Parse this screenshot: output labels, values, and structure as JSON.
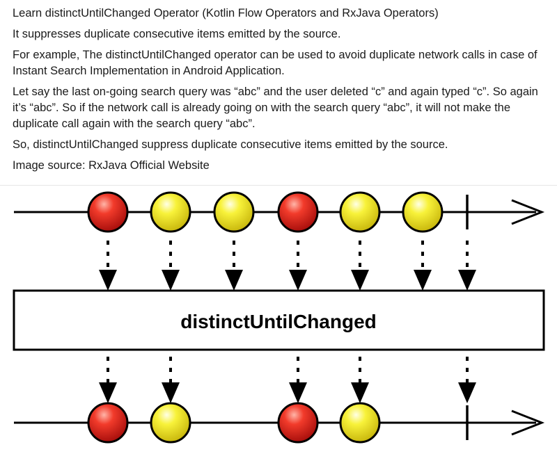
{
  "article": {
    "title": "Learn distinctUntilChanged Operator (Kotlin Flow Operators and RxJava Operators)",
    "intro": "It suppresses duplicate consecutive items emitted by the source.",
    "example": "For example, The distinctUntilChanged operator can be used to avoid duplicate network calls in case of Instant Search Implementation in Android Application.",
    "scenario": "Let say the last on-going search query was “abc” and the user deleted “c” and again typed “c”. So again it’s “abc”. So if the network call is already going on with the search query “abc”, it will not make the duplicate call again with the search query “abc”.",
    "summary": "So, distinctUntilChanged suppress duplicate consecutive items emitted by the source.",
    "image_source": "Image source: RxJava Official Website"
  },
  "diagram": {
    "operator_label": "distinctUntilChanged",
    "colors": {
      "red": "#e8221d",
      "yellow": "#f4ee2a",
      "ink": "#000000"
    },
    "input_items": [
      "red",
      "yellow",
      "yellow",
      "red",
      "yellow",
      "yellow"
    ],
    "output_items": [
      "red",
      "yellow",
      null,
      "red",
      "yellow",
      null
    ]
  }
}
